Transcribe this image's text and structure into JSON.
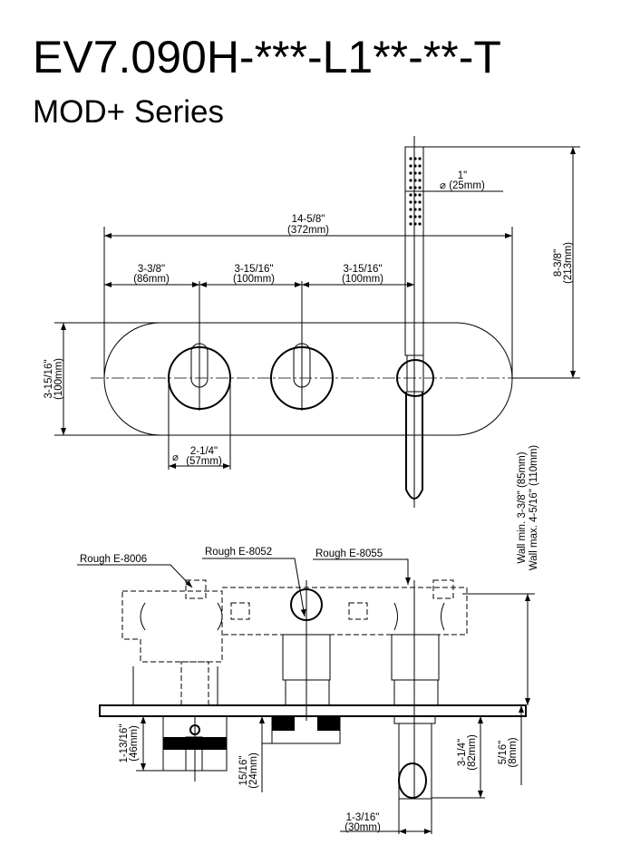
{
  "header": {
    "model": "EV7.090H-***-L1**-**-T",
    "series": "MOD+ Series"
  },
  "front_view": {
    "overall_width": {
      "in": "14-5/8\"",
      "mm": "(372mm)"
    },
    "edge_to_first": {
      "in": "3-3/8\"",
      "mm": "(86mm)"
    },
    "first_to_second": {
      "in": "3-15/16\"",
      "mm": "(100mm)"
    },
    "second_to_third": {
      "in": "3-15/16\"",
      "mm": "(100mm)"
    },
    "plate_height": {
      "in": "3-15/16\"",
      "mm": "(100mm)"
    },
    "handle_diameter": {
      "symbol": "⌀",
      "in": "2-1/4\"",
      "mm": "(57mm)"
    },
    "handshower_diameter": {
      "symbol": "⌀",
      "in": "1\"",
      "mm": "(25mm)"
    },
    "handshower_height": {
      "in": "8-3/8\"",
      "mm": "(213mm)"
    }
  },
  "side_view": {
    "rough_labels": [
      "Rough E-8006",
      "Rough E-8052",
      "Rough E-8055"
    ],
    "wall_min": "Wall min. 3-3/8\" (85mm)",
    "wall_max": "Wall max. 4-5/16\" (110mm)",
    "handle_projection": {
      "in": "1-13/16\"",
      "mm": "(46mm)"
    },
    "knob_projection": {
      "in": "15/16\"",
      "mm": "(24mm)"
    },
    "spout_projection": {
      "in": "3-1/4\"",
      "mm": "(82mm)"
    },
    "plate_thickness": {
      "in": "5/16\"",
      "mm": "(8mm)"
    },
    "spout_diameter": {
      "in": "1-3/16\"",
      "mm": "(30mm)"
    }
  }
}
